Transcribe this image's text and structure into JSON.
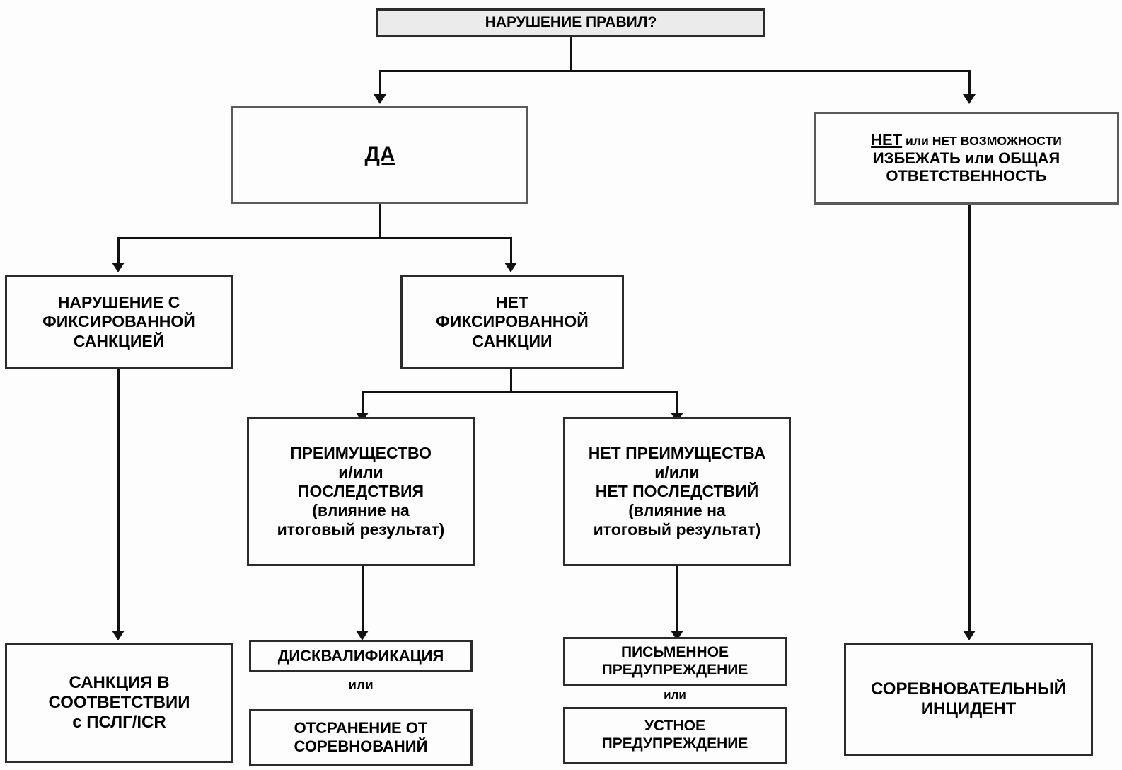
{
  "diagram": {
    "title": "НАРУШЕНИЕ ПРАВИЛ?",
    "language": "ru",
    "nodes": {
      "root": {
        "label": "НАРУШЕНИЕ ПРАВИЛ?"
      },
      "yes": {
        "label": "ДА"
      },
      "no": {
        "line1_strong": "НЕТ",
        "line1_rest": " или НЕТ ВОЗМОЖНОСТИ",
        "line2": "ИЗБЕЖАТЬ или ОБЩАЯ",
        "line3": "ОТВЕТСТВЕННОСТЬ"
      },
      "fixed_sanction": {
        "line1": "НАРУШЕНИЕ С",
        "line2": "ФИКСИРОВАННОЙ",
        "line3": "САНКЦИЕЙ"
      },
      "no_fixed_sanction": {
        "line1": "НЕТ",
        "line2": "ФИКСИРОВАННОЙ",
        "line3": "САНКЦИИ"
      },
      "advantage": {
        "line1": "ПРЕИМУЩЕСТВО",
        "line2": "и/или",
        "line3": "ПОСЛЕДСТВИЯ",
        "line4": "(влияние на",
        "line5": "итоговый результат)"
      },
      "no_advantage": {
        "line1": "НЕТ ПРЕИМУЩЕСТВА",
        "line2": "и/или",
        "line3": "НЕТ ПОСЛЕДСТВИЙ",
        "line4": "(влияние на",
        "line5": "итоговый результат)"
      },
      "sanction_icr": {
        "line1": "САНКЦИЯ В",
        "line2": "СООТВЕТСТВИИ",
        "line3": "с ПСЛГ/ICR"
      },
      "disqualification": {
        "label": "ДИСКВАЛИФИКАЦИЯ"
      },
      "exclusion": {
        "line1": "ОТСРАНЕНИЕ ОТ",
        "line2": "СОРЕВНОВАНИЙ"
      },
      "written_warning": {
        "line1": "ПИСЬМЕННОЕ",
        "line2": "ПРЕДУПРЕЖДЕНИЕ"
      },
      "verbal_warning": {
        "line1": "УСТНОЕ",
        "line2": "ПРЕДУПРЕЖДЕНИЕ"
      },
      "racing_incident": {
        "line1": "СОРЕВНОВАТЕЛЬНЫЙ",
        "line2": "ИНЦИДЕНТ"
      }
    },
    "connectors": {
      "or_left": "или",
      "or_right": "или"
    },
    "colors": {
      "line": "#111111",
      "border": "#5a5a5a",
      "border_dark": "#2b2b2b",
      "shaded_fill": "#ebebeb",
      "page_background": "#fdfdfd",
      "text": "#000000"
    }
  }
}
